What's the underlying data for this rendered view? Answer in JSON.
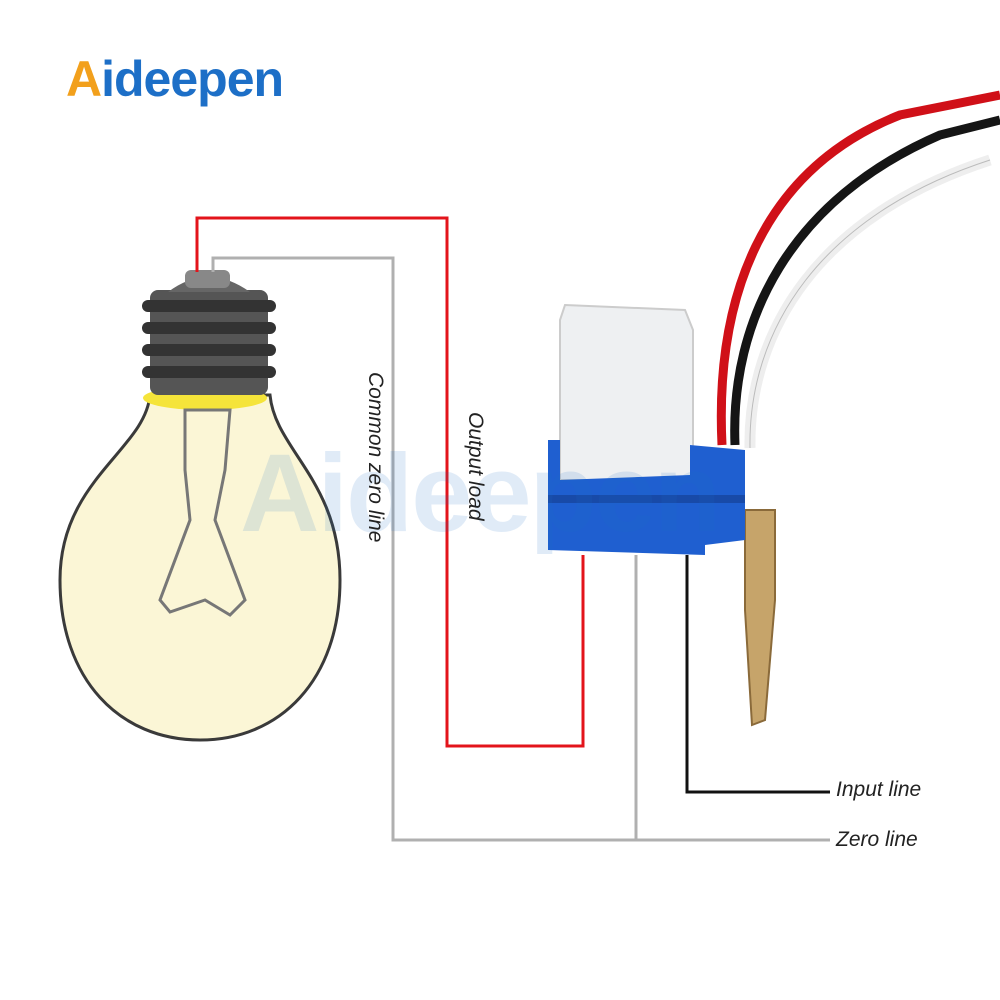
{
  "logo": {
    "text": "Aideepen",
    "first_letter": "A",
    "rest": "ideepen"
  },
  "watermark": "Aideepen",
  "labels": {
    "common_zero_line": "Common zero line",
    "output_load": "Output load",
    "input_line": "Input line",
    "zero_line": "Zero line"
  },
  "colors": {
    "output_wire": "#e3141b",
    "zero_wire": "#b0b0b0",
    "input_wire": "#111111",
    "sensor_base": "#1f5fd0",
    "brand": "#1d6fc7"
  }
}
